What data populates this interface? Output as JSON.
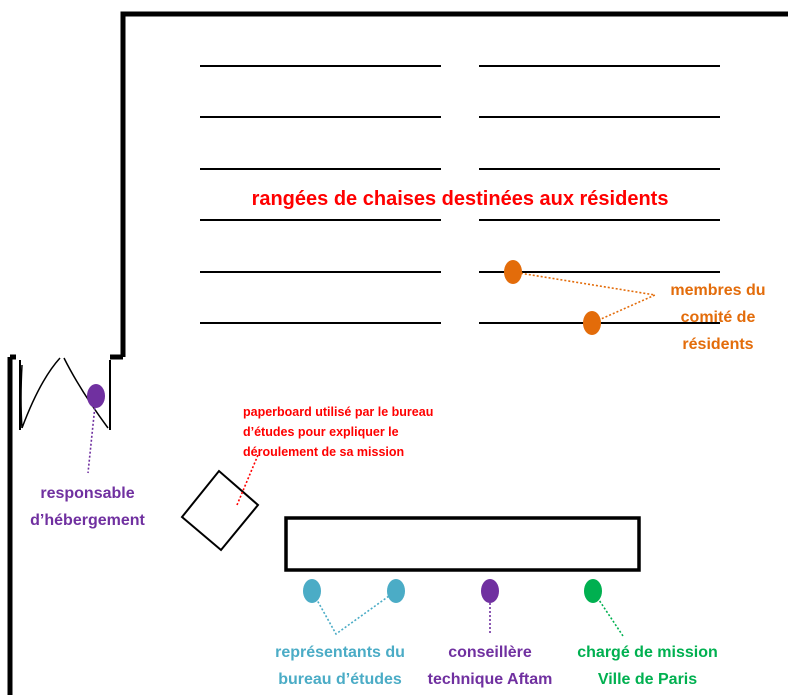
{
  "colors": {
    "red": "#ff0000",
    "orange": "#e36c0a",
    "purple": "#7030a0",
    "blue": "#4bacc6",
    "green": "#00b050",
    "black": "#000000"
  },
  "labels": {
    "chairs": "rangées de chaises destinées aux résidents",
    "committee": [
      "membres du",
      "comité de",
      "résidents"
    ],
    "paperboard": [
      "paperboard utilisé par le bureau",
      "d’études pour expliquer le",
      "déroulement de sa mission"
    ],
    "housing": [
      "responsable",
      "d’hébergement"
    ],
    "study_office": [
      "représentants du",
      "bureau d’études"
    ],
    "advisor": [
      "conseillère",
      "technique Aftam"
    ],
    "mission": [
      "chargé de mission",
      "Ville de Paris"
    ]
  }
}
